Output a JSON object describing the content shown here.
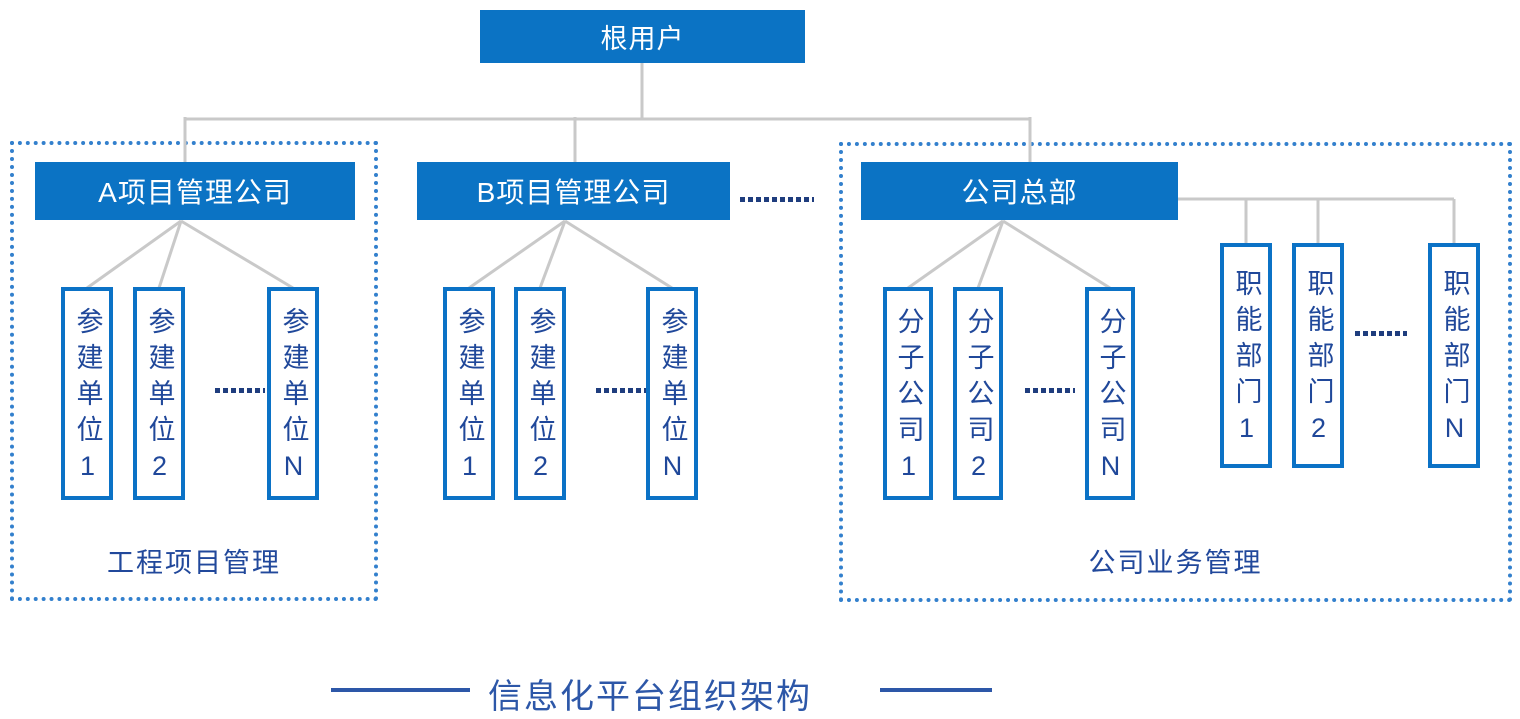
{
  "diagram": {
    "root": "根用户",
    "companies": {
      "a": "A项目管理公司",
      "b": "B项目管理公司",
      "hq": "公司总部"
    },
    "group_a_units": [
      "参建单位1",
      "参建单位2",
      "参建单位N"
    ],
    "group_b_units": [
      "参建单位1",
      "参建单位2",
      "参建单位N"
    ],
    "subsidiaries": [
      "分子公司1",
      "分子公司2",
      "分子公司N"
    ],
    "departments": [
      "职能部门1",
      "职能部门2",
      "职能部门N"
    ],
    "sections": {
      "left_label": "工程项目管理",
      "right_label": "公司业务管理"
    },
    "footer_title": "信息化平台组织架构"
  },
  "colors": {
    "primary_blue_fill": "#0b73c4",
    "box_border_blue": "#0b72c6",
    "dotted_frame_blue": "#3380cd",
    "navy_text": "#20489a",
    "ellipsis_navy": "#1f3d7e",
    "connector_gray": "#c9c9c9",
    "footer_blue": "#2d57a8"
  }
}
